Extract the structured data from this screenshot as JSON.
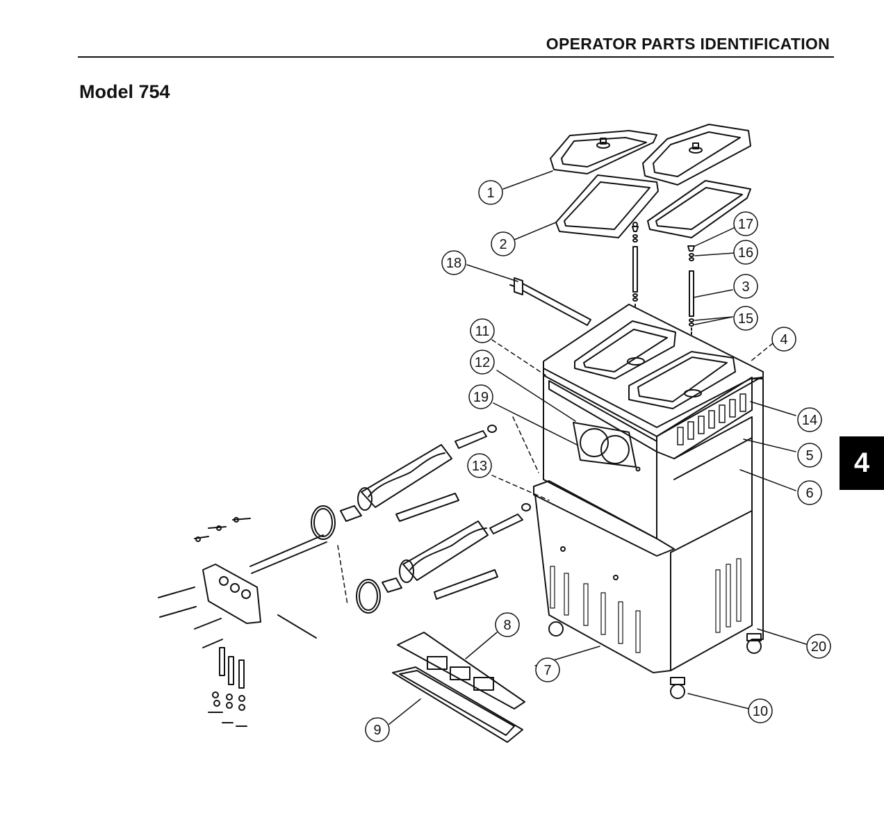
{
  "header": {
    "title": "OPERATOR PARTS IDENTIFICATION"
  },
  "model_title": "Model 754",
  "chapter_tab": "4",
  "callouts": [
    "1",
    "2",
    "3",
    "4",
    "5",
    "6",
    "7",
    "8",
    "9",
    "10",
    "11",
    "12",
    "13",
    "14",
    "15",
    "16",
    "17",
    "18",
    "19",
    "20"
  ],
  "colors": {
    "ink": "#111111",
    "paper": "#ffffff",
    "tab": "#000000"
  }
}
